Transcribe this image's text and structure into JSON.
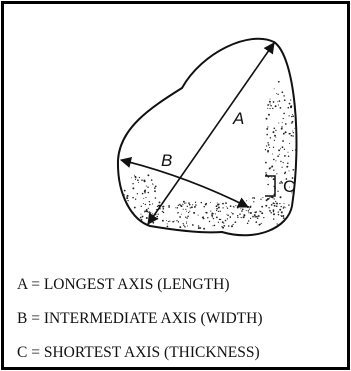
{
  "diagram": {
    "axis_labels": {
      "a": "A",
      "b": "B",
      "c": "C"
    },
    "legend": [
      {
        "text": "A = LONGEST AXIS (LENGTH)"
      },
      {
        "text": "B = INTERMEDIATE AXIS (WIDTH)"
      },
      {
        "text": "C = SHORTEST AXIS (THICKNESS)"
      }
    ]
  }
}
